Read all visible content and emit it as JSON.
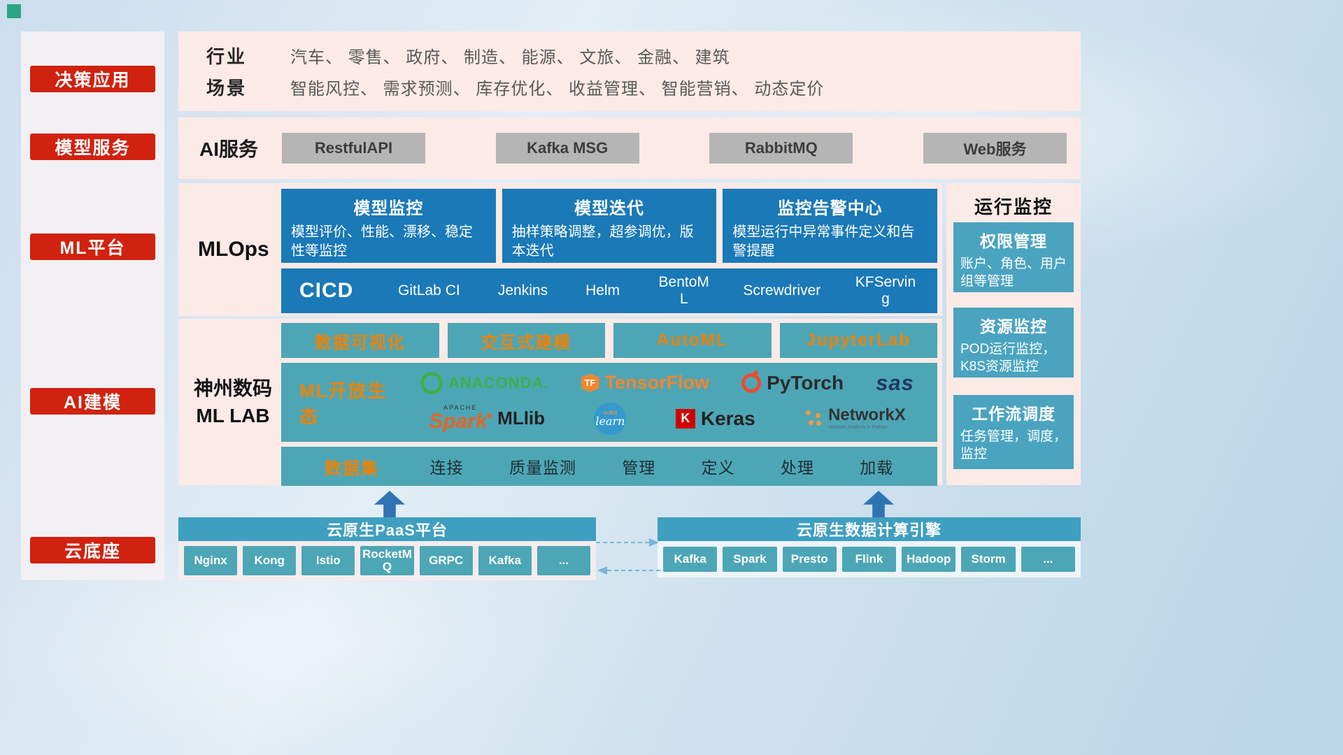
{
  "sidebar": {
    "items": [
      {
        "label": "决策应用"
      },
      {
        "label": "模型服务"
      },
      {
        "label": "ML平台"
      },
      {
        "label": "AI建模"
      },
      {
        "label": "云底座"
      }
    ]
  },
  "industry_row": {
    "rows": [
      {
        "label": "行业",
        "text": "汽车、 零售、 政府、 制造、 能源、 文旅、 金融、 建筑"
      },
      {
        "label": "场景",
        "text": "智能风控、 需求预测、 库存优化、 收益管理、 智能营销、 动态定价"
      }
    ]
  },
  "ai_service_row": {
    "label": "AI服务",
    "buttons": [
      "RestfulAPI",
      "Kafka MSG",
      "RabbitMQ",
      "Web服务"
    ]
  },
  "mlops_row": {
    "label": "MLOps",
    "cards": [
      {
        "title": "模型监控",
        "desc": "模型评价、性能、漂移、稳定性等监控"
      },
      {
        "title": "模型迭代",
        "desc": "抽样策略调整，超参调优，版本迭代"
      },
      {
        "title": "监控告警中心",
        "desc": "模型运行中异常事件定义和告警提醒"
      }
    ],
    "cicd": {
      "label": "CICD",
      "items": [
        "GitLab CI",
        "Jenkins",
        "Helm",
        "BentoML",
        "Screwdriver",
        "KFServing"
      ]
    }
  },
  "mllab_row": {
    "label_line1": "神州数码",
    "label_line2": "ML LAB",
    "top_buttons": [
      "数据可视化",
      "交互式建模",
      "AutoML",
      "JupyterLab"
    ],
    "ecosystem": {
      "label": "ML开放生态",
      "anaconda": "ANACONDA.",
      "tensorflow_icon": "TF",
      "tensorflow": "TensorFlow",
      "pytorch": "PyTorch",
      "sas": "sas",
      "apache": "APACHE",
      "spark": "Spark",
      "mllib": "MLlib",
      "scikit_top": "scikit",
      "scikit_main": "learn",
      "keras_icon": "K",
      "keras": "Keras",
      "networkx": "NetworkX",
      "networkx_sub": "Network Analysis in Python"
    },
    "dataset": {
      "label": "数据集",
      "items": [
        "连接",
        "质量监测",
        "管理",
        "定义",
        "处理",
        "加载"
      ]
    }
  },
  "monitor_column": {
    "title": "运行监控",
    "cards": [
      {
        "title": "权限管理",
        "desc": "账户、角色、用户组等管理"
      },
      {
        "title": "资源监控",
        "desc": "POD运行监控，K8S资源监控"
      },
      {
        "title": "工作流调度",
        "desc": "任务管理，调度，监控"
      }
    ]
  },
  "bottom": {
    "paas": {
      "title": "云原生PaaS平台",
      "items": [
        "Nginx",
        "Kong",
        "Istio",
        "RocketMQ",
        "GRPC",
        "Kafka",
        "..."
      ]
    },
    "engine": {
      "title": "云原生数据计算引擎",
      "items": [
        "Kafka",
        "Spark",
        "Presto",
        "Flink",
        "Hadoop",
        "Storm",
        "..."
      ]
    }
  },
  "colors": {
    "badge_red": "#d0220f",
    "card_blue": "#1a79b7",
    "teal": "#4da6b6",
    "teal_right": "#4aa4c0",
    "header_teal": "#3f9fc0",
    "orange": "#ef8200",
    "gray_button": "#b5b5b5",
    "panel_pink": "#fceae7",
    "arrow_blue": "#2e74b5"
  }
}
